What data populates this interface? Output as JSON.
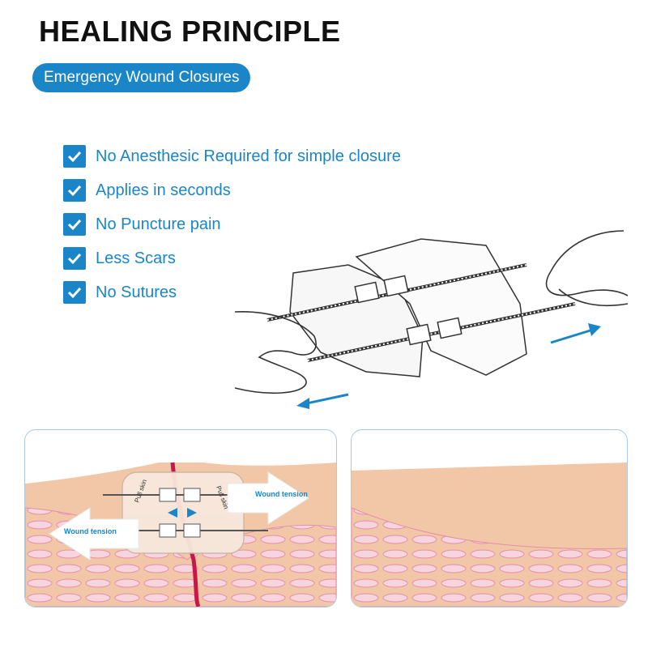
{
  "header": {
    "title": "HEALING PRINCIPLE",
    "subtitle": "Emergency Wound Closures"
  },
  "features": [
    {
      "label": "No Anesthesic Required for simple closure",
      "icon": "checkbox-check-icon"
    },
    {
      "label": "Applies in seconds",
      "icon": "checkbox-check-icon"
    },
    {
      "label": "No Puncture pain",
      "icon": "checkbox-check-icon"
    },
    {
      "label": "Less Scars",
      "icon": "checkbox-check-icon"
    },
    {
      "label": "No Sutures",
      "icon": "checkbox-check-icon"
    }
  ],
  "illustration": {
    "icons": [
      "hand-left-icon",
      "hand-right-icon",
      "arrow-left-icon",
      "arrow-right-icon",
      "closure-device-icon"
    ]
  },
  "panels": {
    "before": {
      "wound_tension_left": "Wound tension",
      "wound_tension_right": "Wound tension",
      "pull_skin_left": "Pull skin",
      "pull_skin_right": "Pull skin"
    }
  },
  "colors": {
    "accent": "#1a86c8",
    "skin_top": "#f2c7a7",
    "tissue": "#f2b8c4",
    "wound": "#c8184a",
    "panel_border": "#a9c9e6"
  }
}
